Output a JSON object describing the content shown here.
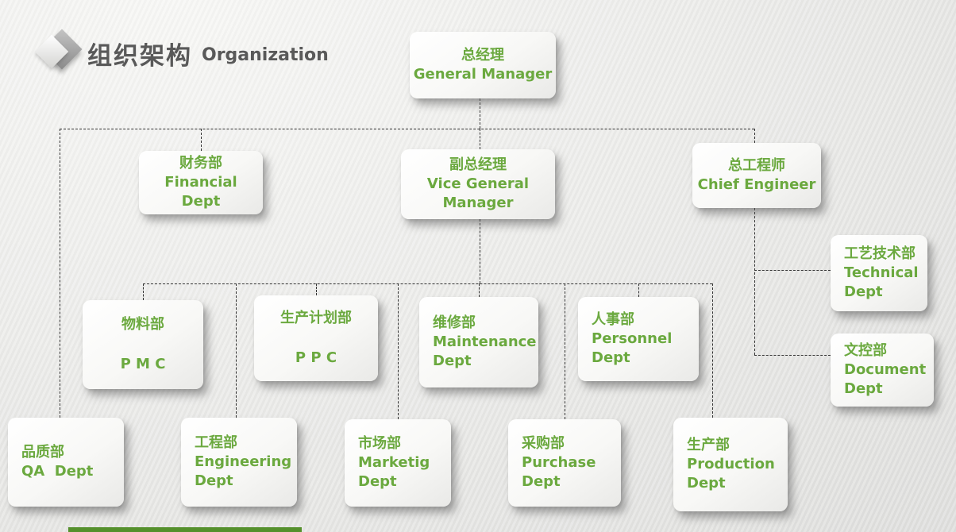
{
  "slide": {
    "title_zh": "组织架构",
    "title_en": "Organization"
  },
  "colors": {
    "node_text": "#6ba93f",
    "title_text": "#595959",
    "connector": "#333333",
    "footer_bar": "#55902c"
  },
  "nodes": {
    "general_manager": {
      "lines": [
        "总经理",
        "General Manager"
      ]
    },
    "financial": {
      "lines": [
        "财务部",
        "Financial",
        "Dept"
      ]
    },
    "vice_general_manager": {
      "lines": [
        "副总经理",
        "Vice General",
        "Manager"
      ]
    },
    "chief_engineer": {
      "lines": [
        "总工程师",
        "Chief Engineer"
      ]
    },
    "technical": {
      "lines": [
        "工艺技术部",
        "Technical",
        "Dept"
      ]
    },
    "document": {
      "lines": [
        "文控部",
        "Document",
        "Dept"
      ]
    },
    "pmc": {
      "lines": [
        "物料部",
        "P M C"
      ]
    },
    "ppc": {
      "lines": [
        "生产计划部",
        "P P C"
      ]
    },
    "maintenance": {
      "lines": [
        "维修部",
        "Maintenance",
        "Dept"
      ]
    },
    "personnel": {
      "lines": [
        "人事部",
        "Personnel",
        "Dept"
      ]
    },
    "qa": {
      "lines": [
        "品质部",
        "QA  Dept"
      ]
    },
    "engineering": {
      "lines": [
        "工程部",
        "Engineering",
        "Dept"
      ]
    },
    "marketing": {
      "lines": [
        "市场部",
        "Marketig",
        "Dept"
      ]
    },
    "purchase": {
      "lines": [
        "采购部",
        "Purchase",
        "Dept"
      ]
    },
    "production": {
      "lines": [
        "生产部",
        "Production",
        "Dept"
      ]
    }
  }
}
